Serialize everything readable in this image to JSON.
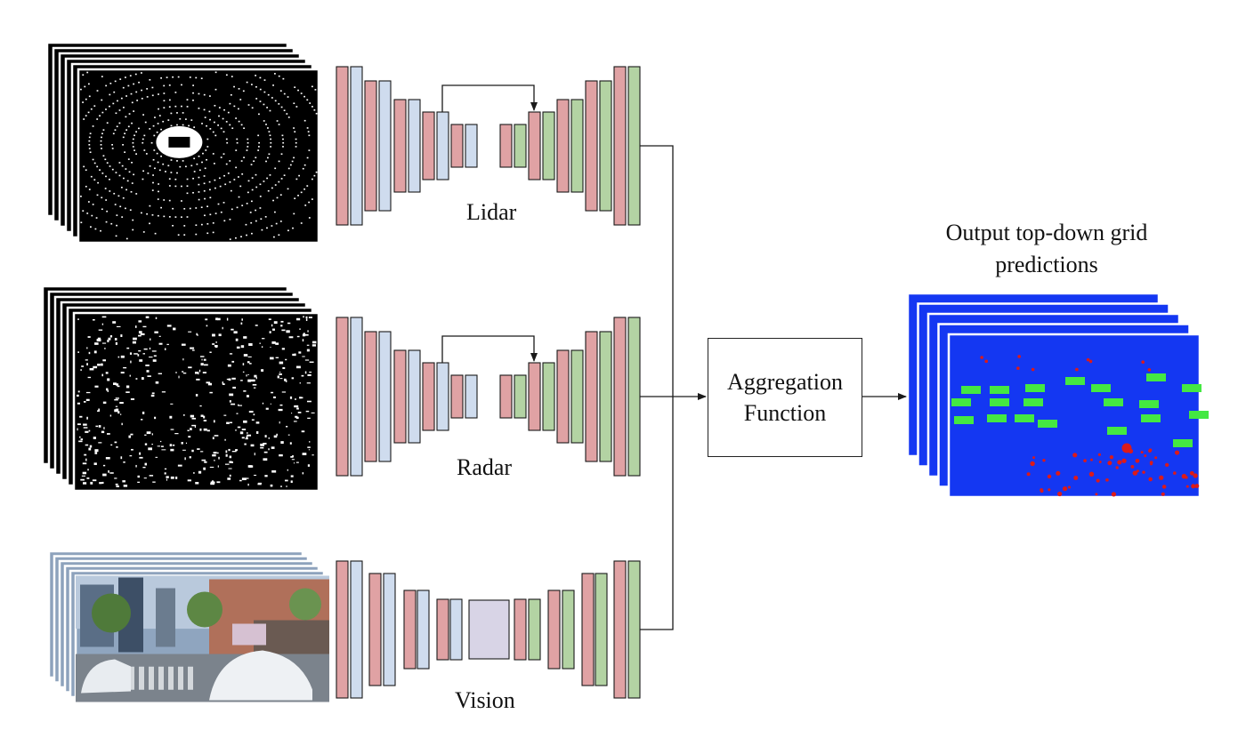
{
  "labels": {
    "lidar": "Lidar",
    "radar": "Radar",
    "vision": "Vision",
    "aggregation_line1": "Aggregation",
    "aggregation_line2": "Function",
    "output": "Output top-down grid predictions"
  },
  "colors": {
    "encoder_red": "#e0a2a4",
    "encoder_blue": "#cfdcee",
    "decoder_green": "#b3d3a3",
    "bottleneck_purple": "#d8d4e6",
    "output_blue": "#1437f2",
    "output_green": "#44e842",
    "output_red": "#dc1a1a",
    "stroke": "#1a1a1a"
  }
}
